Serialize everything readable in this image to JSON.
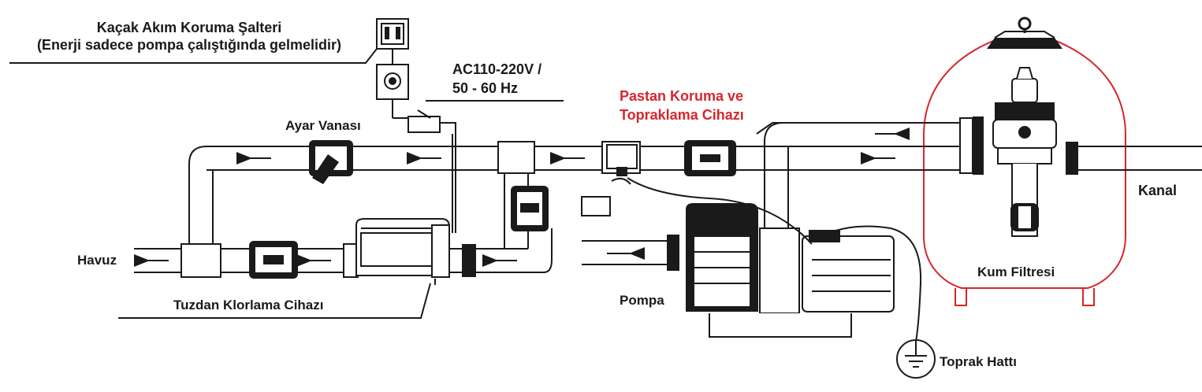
{
  "colors": {
    "line": "#1a1a1a",
    "accent": "#d7262e",
    "fill_dark": "#1d1d1d",
    "fill_light": "#ffffff"
  },
  "labels": {
    "breaker_line1": "Kaçak Akım Koruma Şalteri",
    "breaker_line2": "(Enerji sadece pompa çalıştığında gelmelidir)",
    "voltage_line1": "AC110-220V /",
    "voltage_line2": "50 - 60 Hz",
    "valve": "Ayar Vanası",
    "corrosion_line1": "Pastan Koruma ve",
    "corrosion_line2": "Topraklama Cihazı",
    "channel": "Kanal",
    "pool": "Havuz",
    "sand_filter": "Kum Filtresi",
    "pump": "Pompa",
    "chlorinator": "Tuzdan Klorlama Cihazı",
    "ground": "Toprak Hattı"
  },
  "icons": {
    "breaker": "circuit-breaker-icon",
    "socket": "socket-icon",
    "ground": "ground-symbol-icon",
    "flow": "flow-arrow-icon"
  }
}
